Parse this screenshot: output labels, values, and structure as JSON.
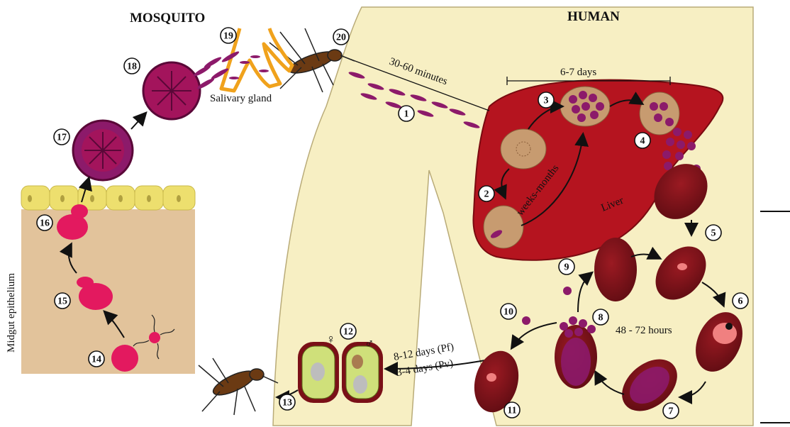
{
  "headers": {
    "mosquito": "MOSQUITO",
    "human": "HUMAN"
  },
  "labels": {
    "salivary_gland": "Salivary gland",
    "liver": "Liver",
    "midgut": "Midgut epithelium",
    "injection_time": "30-60 minutes",
    "liver_duration": "6-7 days",
    "dormancy": "weeks-months",
    "blood_cycle": "48 - 72 hours",
    "gametocyte_pf": "8-12 days (Pf)",
    "gametocyte_pv": "3-4 days (Pv)",
    "female": "♀",
    "male": "♂"
  },
  "stages": [
    "1",
    "2",
    "3",
    "4",
    "5",
    "6",
    "7",
    "8",
    "9",
    "10",
    "11",
    "12",
    "13",
    "14",
    "15",
    "16",
    "17",
    "18",
    "19",
    "20"
  ],
  "colors": {
    "skin": "#f7efc3",
    "liver": "#b5141f",
    "rbc": "#7a1017",
    "parasite": "#8c1a6a",
    "midgut": "#e2c39b",
    "epithelium": "#eddf6e",
    "oocyst": "#e3195f",
    "salivary": "#f0a21c",
    "mosquito": "#6b3a13"
  }
}
